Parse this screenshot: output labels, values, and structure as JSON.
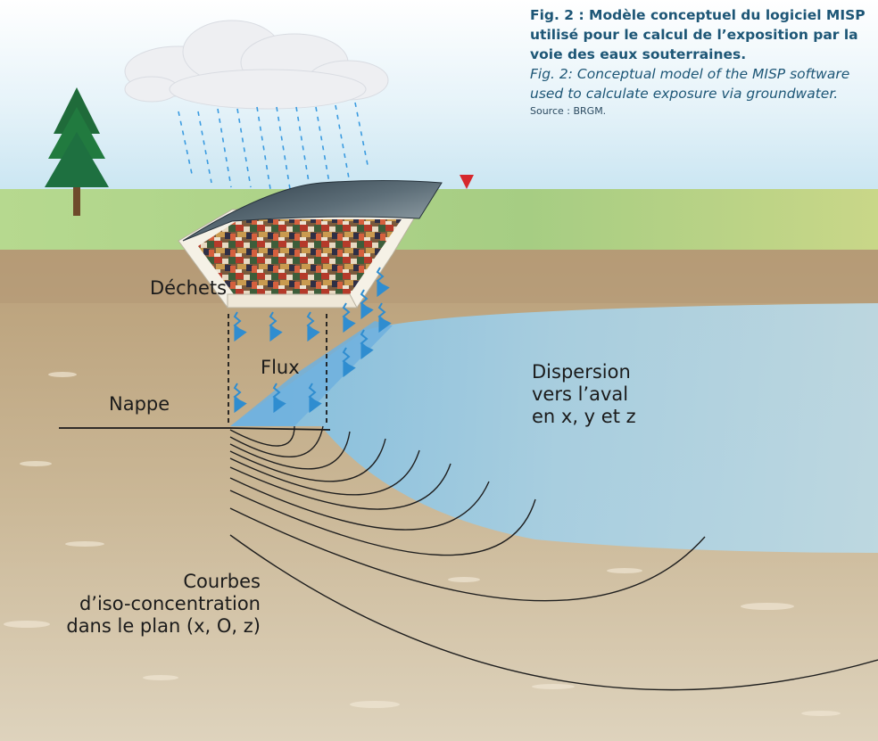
{
  "caption": {
    "title_fr": "Fig. 2 : Modèle conceptuel du logiciel MISP utilisé pour le calcul de l’exposition par la voie des eaux souterraines.",
    "title_en": "Fig. 2: Conceptual model of the MISP software used to calculate exposure via groundwater.",
    "source": "Source : BRGM."
  },
  "labels": {
    "dechets": "Déchets",
    "flux": "Flux",
    "nappe": "Nappe",
    "dispersion": [
      "Dispersion",
      "vers l’aval",
      "en x, y et z"
    ],
    "courbes": [
      "Courbes",
      "d’iso-concentration",
      "dans le plan (x, O, z)"
    ]
  },
  "colors": {
    "ground": "#c4b08b",
    "grass": "#a9cf86",
    "sky": "#d8edf6",
    "plume": "#a9cfe2",
    "arrow": "#2f8dd0",
    "marker": "#d6282c"
  }
}
